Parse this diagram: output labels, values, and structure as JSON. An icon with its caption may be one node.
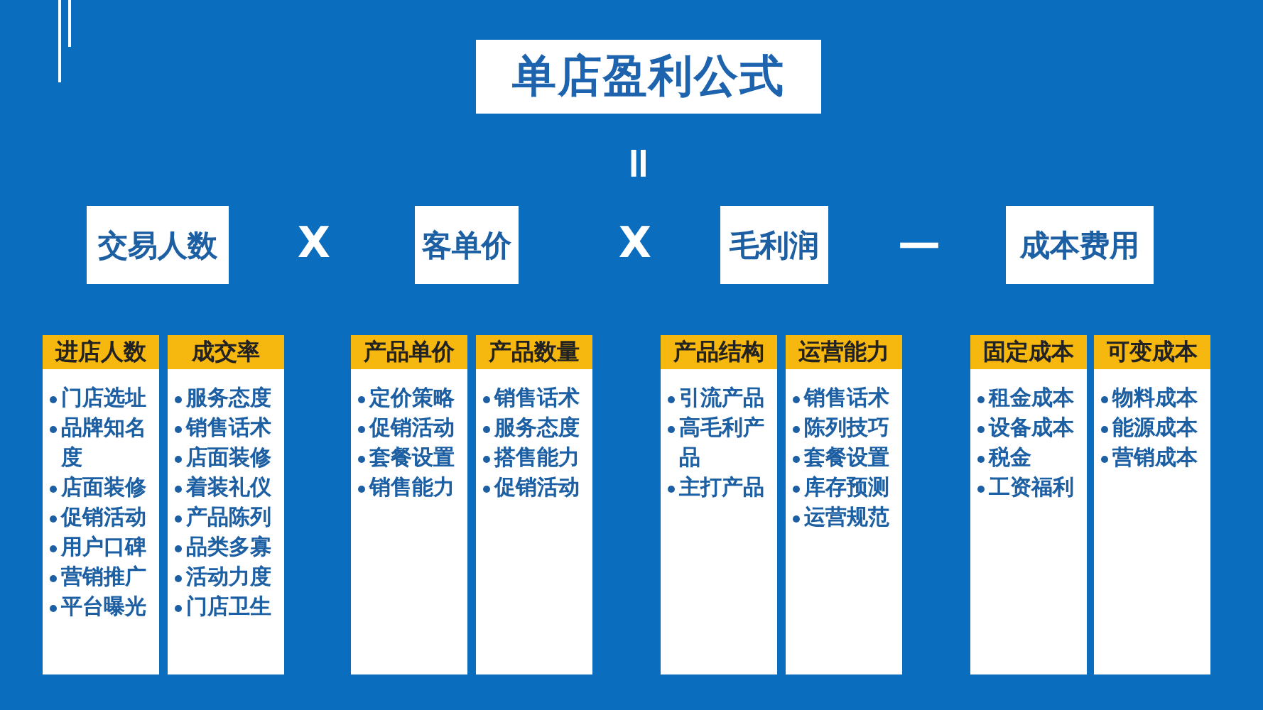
{
  "diagram": {
    "title": "单店盈利公式",
    "nodes": [
      {
        "text": [
          "交易人数"
        ]
      },
      {
        "text": [
          "客单价"
        ]
      },
      {
        "text": [
          "毛利润"
        ]
      },
      {
        "text": [
          "成本费用"
        ]
      },
      {
        "text": [
          "进店人数",
          "门店选址",
          "品牌知名度",
          "店面装修",
          "促销活动",
          "用户口碑",
          "营销推广",
          "平台曝光"
        ]
      },
      {
        "text": [
          "成交率",
          "服务态度",
          "销售话术",
          "店面装修",
          "着装礼仪",
          "产品陈列",
          "品类多寡",
          "活动力度",
          "门店卫生"
        ]
      },
      {
        "text": [
          "产品单价",
          "定价策略",
          "促销活动",
          "套餐设置",
          "销售能力"
        ]
      },
      {
        "text": [
          "产品数量",
          "销售话术",
          "服务态度",
          "搭售能力",
          "促销活动"
        ]
      },
      {
        "text": [
          "产品结构",
          "引流产品",
          "高毛利产品",
          "主打产品"
        ]
      },
      {
        "text": [
          "运营能力",
          "销售话术",
          "陈列技巧",
          "套餐设置",
          "库存预测",
          "运营规范"
        ]
      },
      {
        "text": [
          "固定成本",
          "租金成本",
          "设备成本",
          "税金",
          "工资福利"
        ]
      },
      {
        "text": [
          "可变成本",
          "物料成本",
          "能源成本",
          "营销成本"
        ]
      }
    ],
    "labels": [
      "=",
      "X",
      "X",
      "—"
    ]
  }
}
